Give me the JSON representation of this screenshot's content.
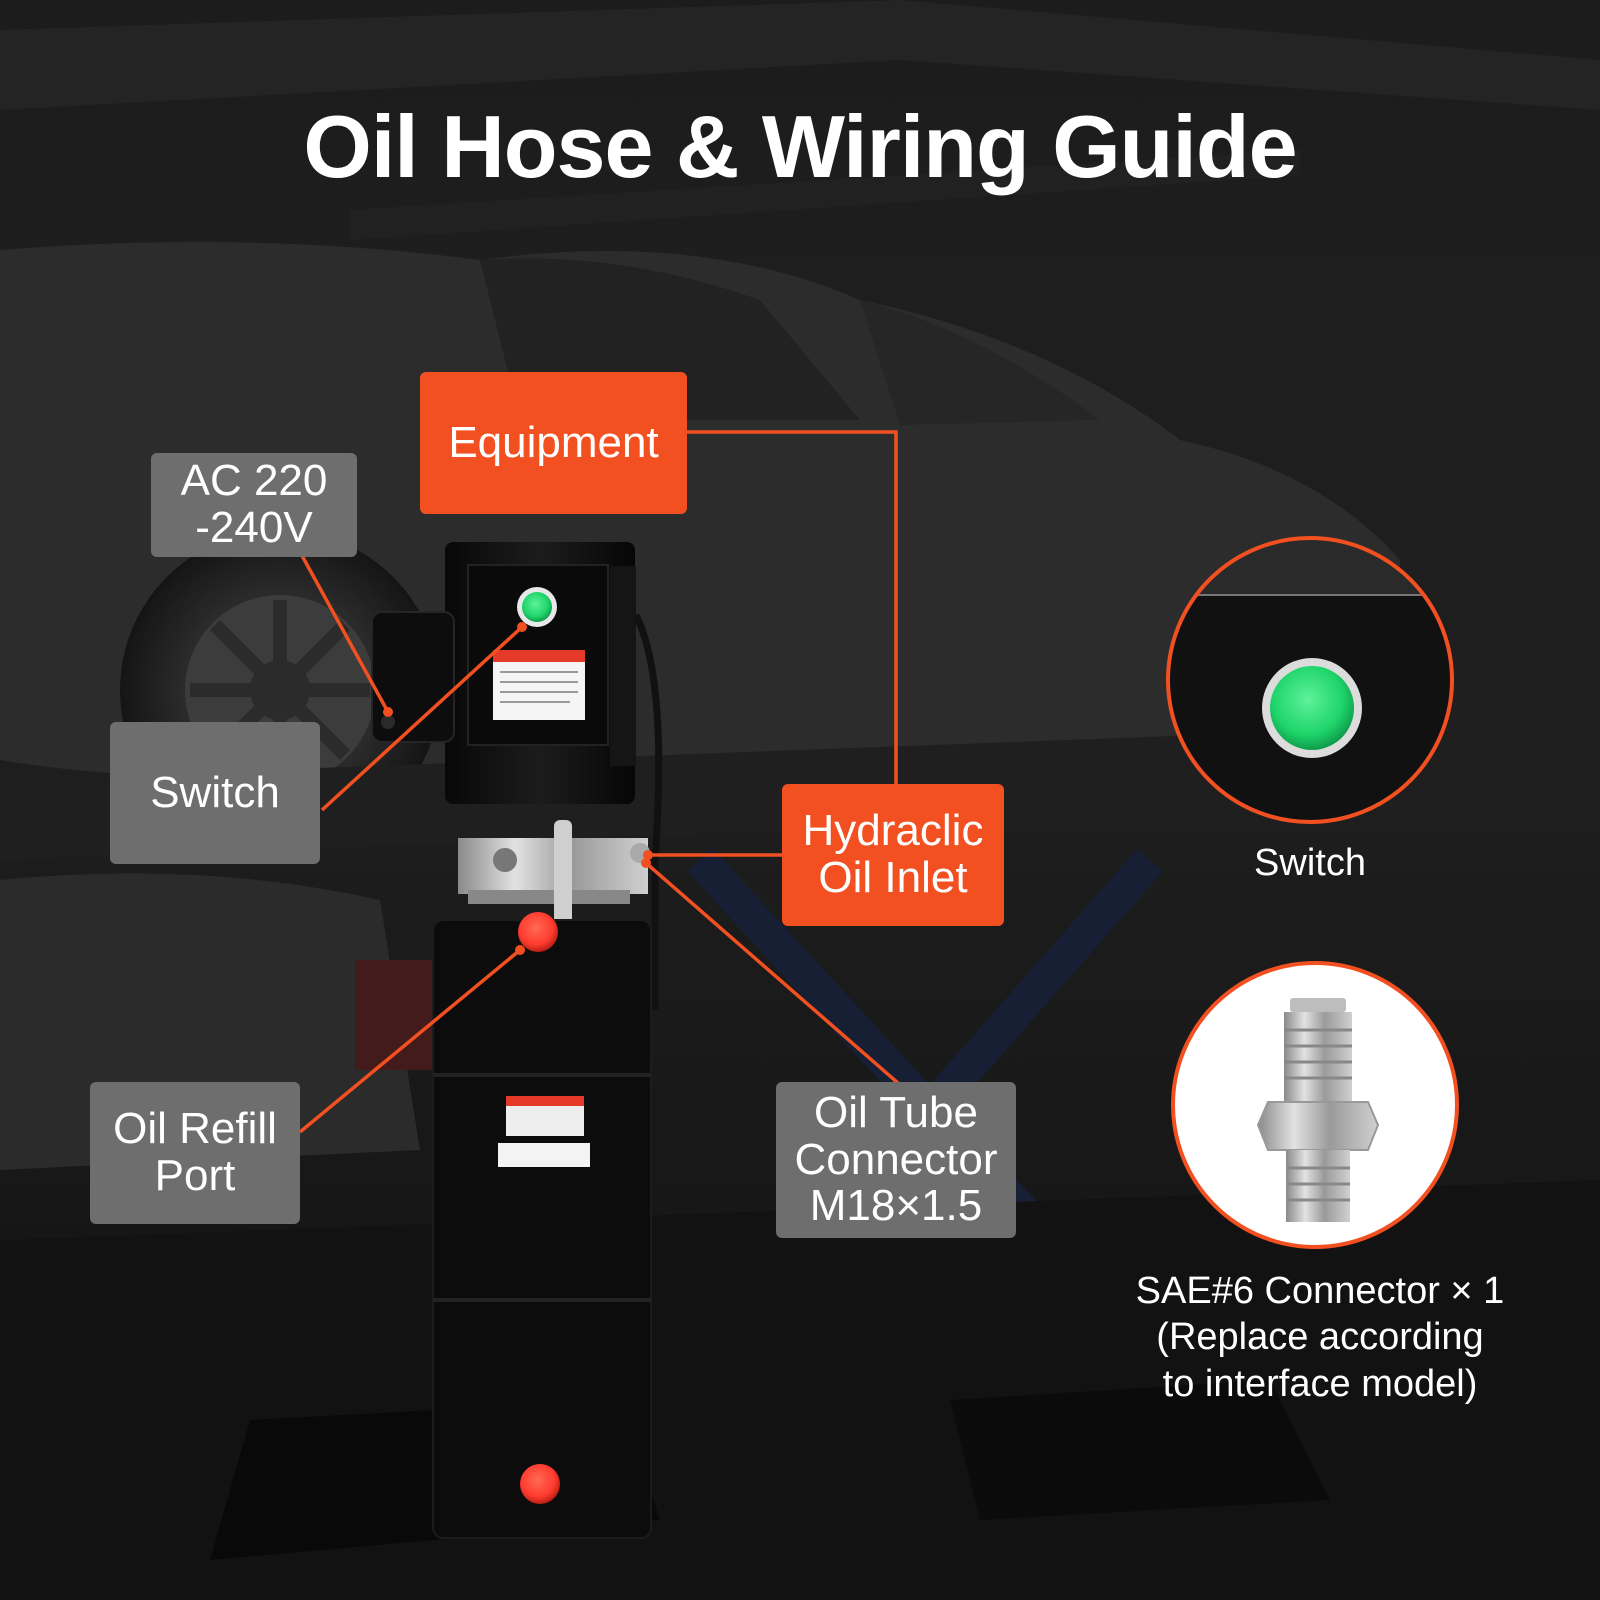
{
  "title": "Oil Hose & Wiring Guide",
  "labels": {
    "power": "AC 220\n-240V",
    "switch": "Switch",
    "oil_refill_port": "Oil Refill\nPort",
    "equipment": "Equipment",
    "hydraulic_inlet": "Hydraclic\nOil Inlet",
    "oil_tube_connector": "Oil Tube\nConnector\nM18×1.5"
  },
  "captions": {
    "switch_detail": "Switch",
    "connector_detail": "SAE#6 Connector × 1\n(Replace according\nto interface model)"
  },
  "colors": {
    "accent": "#f25020",
    "label_gray": "#6e6e6e",
    "switch_green": "#1ed46a",
    "refill_red": "#ff3b2f"
  }
}
